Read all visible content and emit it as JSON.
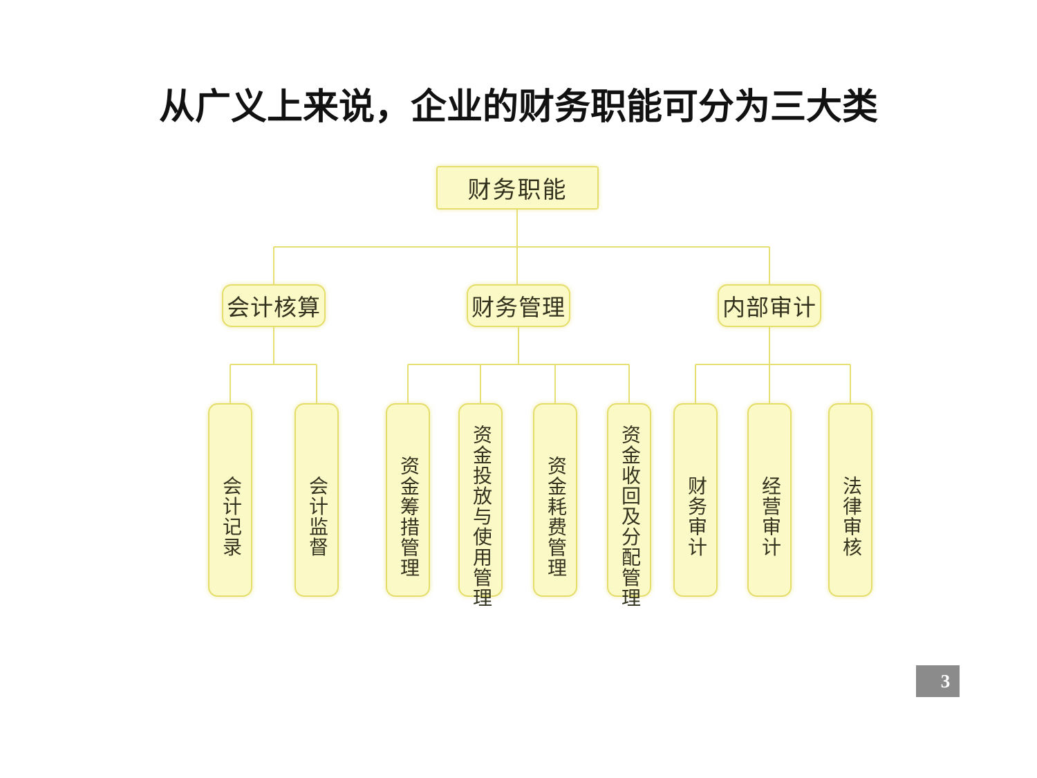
{
  "slide": {
    "title": "从广义上来说，企业的财务职能可分为三大类",
    "page_number": "3"
  },
  "colors": {
    "background": "#ffffff",
    "box_fill": "#fbf9c6",
    "box_border": "#e4dd6a",
    "connector": "#e6df72",
    "title_text": "#111111",
    "node_text": "#32321e",
    "badge_bg": "#8b8b8b",
    "badge_text": "#ffffff"
  },
  "tree": {
    "root": {
      "label": "财务职能"
    },
    "branches": [
      {
        "label": "会计核算",
        "children": [
          {
            "label": "会计记录"
          },
          {
            "label": "会计监督"
          }
        ]
      },
      {
        "label": "财务管理",
        "children": [
          {
            "label": "资金筹措管理"
          },
          {
            "label": "资金投放与使用管理"
          },
          {
            "label": "资金耗费管理"
          },
          {
            "label": "资金收回及分配管理"
          }
        ]
      },
      {
        "label": "内部审计",
        "children": [
          {
            "label": "财务审计"
          },
          {
            "label": "经营审计"
          },
          {
            "label": "法律审核"
          }
        ]
      }
    ]
  }
}
